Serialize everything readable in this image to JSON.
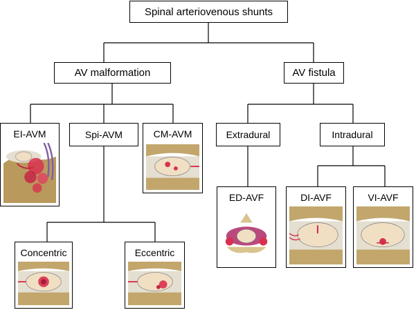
{
  "nodes": {
    "root": "Spinal arteriovenous shunts",
    "av_malformation": "AV malformation",
    "av_fistula": "AV fistula",
    "extradural": "Extradural",
    "intradural": "Intradural",
    "ei_avm": "EI-AVM",
    "spi_avm": "Spi-AVM",
    "cm_avm": "CM-AVM",
    "ed_avf": "ED-AVF",
    "di_avf": "DI-AVF",
    "vi_avf": "VI-AVF",
    "concentric": "Concentric",
    "eccentric": "Eccentric"
  },
  "colors": {
    "line": "#000000",
    "bone": "#c2a66c",
    "disc": "#e4dfd0",
    "cord": "#f1dfc4",
    "lesion": "#d8314f"
  }
}
